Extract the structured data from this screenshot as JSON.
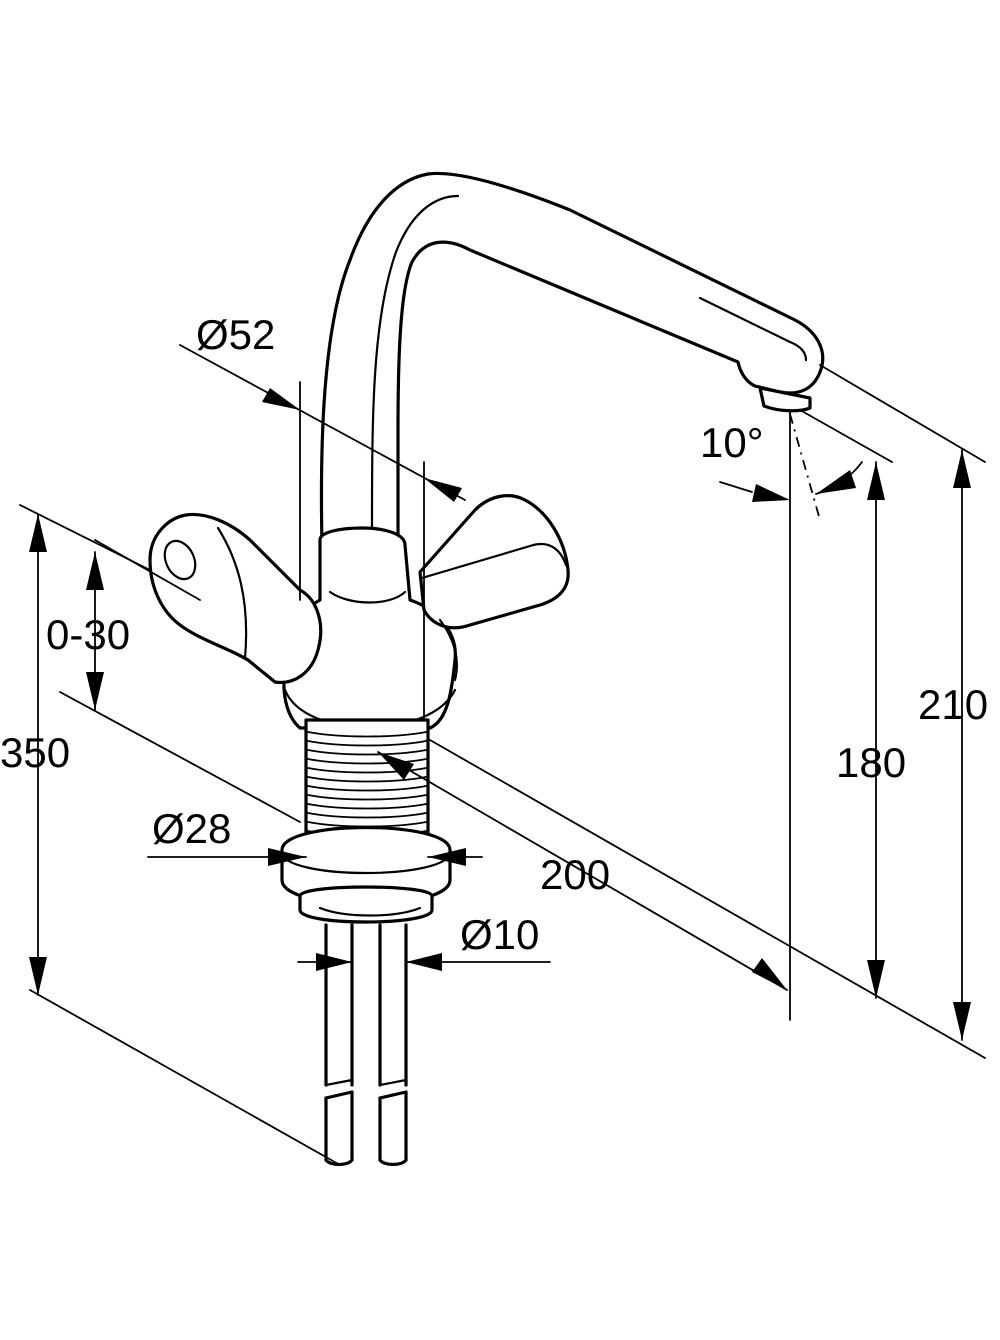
{
  "diagram": {
    "dimensions": {
      "spout_diameter": "Ø52",
      "outlet_angle": "10°",
      "handle_adjust": "0-30",
      "total_length": "350",
      "thread_diameter": "Ø28",
      "spout_reach": "200",
      "pipe_diameter": "Ø10",
      "outlet_height": "180",
      "spout_height": "210"
    }
  }
}
